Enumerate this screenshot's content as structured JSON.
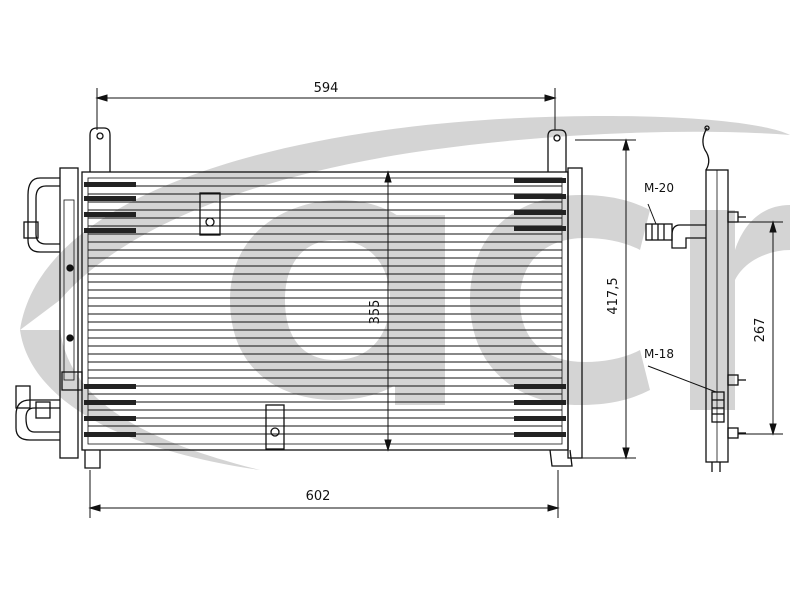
{
  "drawing": {
    "subject": "condenser-technical-drawing",
    "line_color": "#111111",
    "watermark": {
      "text": "acr",
      "color": "#d0d0d0",
      "shape": "swoosh-logo"
    },
    "dimensions": {
      "top_width": "594",
      "bottom_width": "602",
      "core_height": "355",
      "overall_height": "417,5",
      "side_height": "267"
    },
    "fittings": {
      "upper": "M-20",
      "lower": "M-18"
    }
  }
}
